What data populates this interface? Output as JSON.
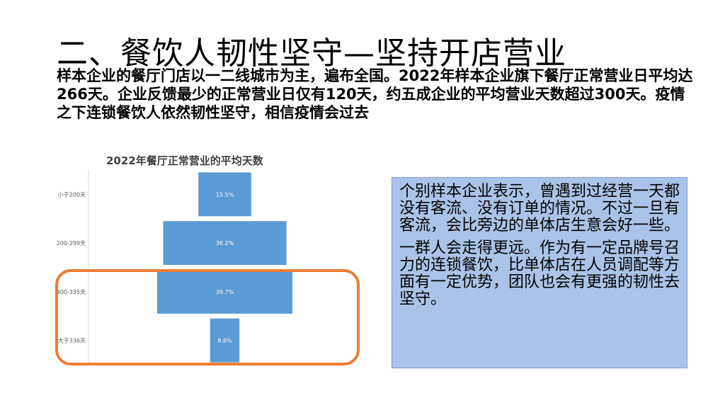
{
  "slide": {
    "title": "二、餐饮人韧性坚守—坚持开店营业",
    "body": "样本企业的餐厅门店以一二线城市为主，遍布全国。2022年样本企业旗下餐厅正常营业日平均达266天。企业反馈最少的正常营业日仅有120天，约五成企业的平均营业天数超过300天。疫情之下连锁餐饮人依然韧性坚守，相信疫情会过去"
  },
  "callout": {
    "paragraph_1": "个别样本企业表示，曾遇到过经营一天都没有客流、没有订单的情况。不过一旦有客流，会比旁边的单体店生意会好一些。",
    "paragraph_2": "一群人会走得更远。作为有一定品牌号召力的连锁餐饮，比单体店在人员调配等方面有一定优势，团队也会有更强的韧性去坚守。"
  },
  "chart_data": {
    "type": "bar",
    "orientation": "horizontal",
    "title": "2022年餐厅正常营业的平均天数",
    "categories": [
      "小于200天",
      "200-299天",
      "300-335天",
      "大于336天"
    ],
    "values": [
      15.5,
      36.2,
      39.7,
      8.6
    ],
    "value_labels": [
      "15.5%",
      "36.2%",
      "39.7%",
      "8.6%"
    ],
    "unit": "%",
    "xlim": [
      -40,
      40
    ],
    "bar_alignment": "centered",
    "grid": false,
    "bar_color": "#5b9bd5",
    "label_color": "#ffffff",
    "highlight": {
      "categories": [
        "300-335天",
        "大于336天"
      ],
      "color": "#ed7d31"
    }
  }
}
